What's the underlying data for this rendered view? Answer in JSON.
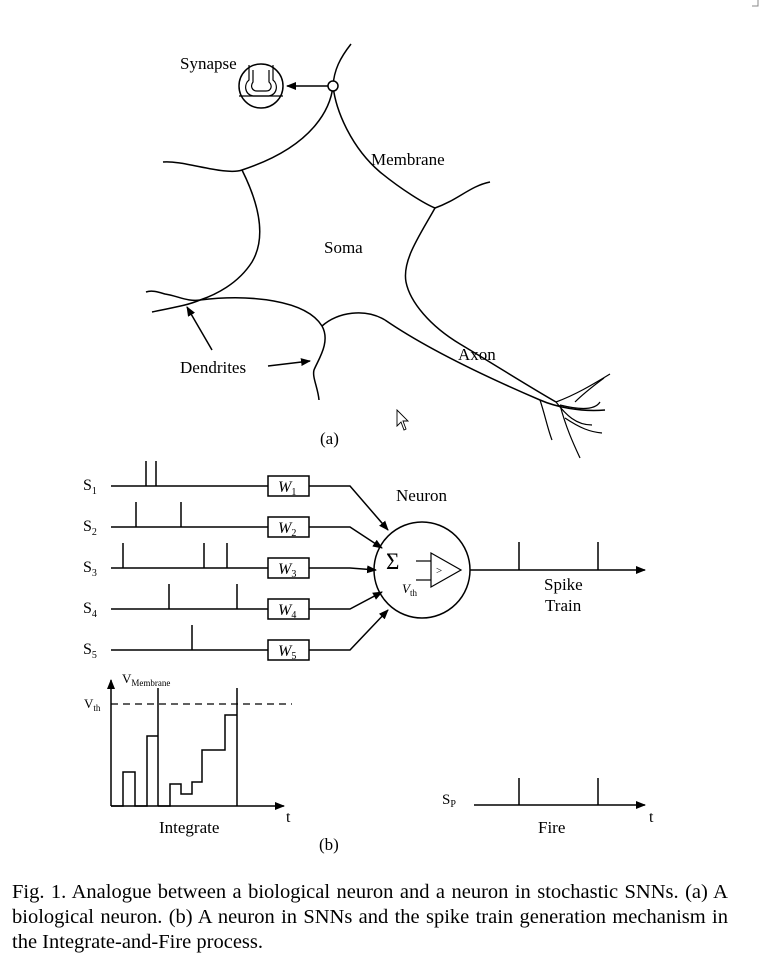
{
  "panel_a": {
    "labels": {
      "synapse": "Synapse",
      "membrane": "Membrane",
      "soma": "Soma",
      "dendrites": "Dendrites",
      "axon": "Axon"
    },
    "sublabel": "(a)"
  },
  "panel_b": {
    "inputs": [
      {
        "name": "S",
        "sub": "1",
        "weight": "W",
        "weight_sub": "1"
      },
      {
        "name": "S",
        "sub": "2",
        "weight": "W",
        "weight_sub": "2"
      },
      {
        "name": "S",
        "sub": "3",
        "weight": "W",
        "weight_sub": "3"
      },
      {
        "name": "S",
        "sub": "4",
        "weight": "W",
        "weight_sub": "4"
      },
      {
        "name": "S",
        "sub": "5",
        "weight": "W",
        "weight_sub": "5"
      }
    ],
    "neuron_label": "Neuron",
    "sigma": "Σ",
    "comparator": ">",
    "vth": "V",
    "vth_sub": "th",
    "output_label_line1": "Spike",
    "output_label_line2": "Train",
    "integrate_plot": {
      "y_label": "V",
      "y_label_sub": "Membrane",
      "threshold_label": "V",
      "threshold_sub": "th",
      "x_label": "t",
      "caption": "Integrate"
    },
    "fire_plot": {
      "y_label": "S",
      "y_label_sub": "P",
      "x_label": "t",
      "caption": "Fire"
    },
    "sublabel": "(b)"
  },
  "caption": {
    "line1": "Fig. 1.  Analogue between a biological neuron and a neuron in stochastic SNNs.",
    "line2": "(a) A biological neuron. (b) A neuron in SNNs and the spike train generation",
    "line3": "mechanism in the Integrate-and-Fire process."
  }
}
